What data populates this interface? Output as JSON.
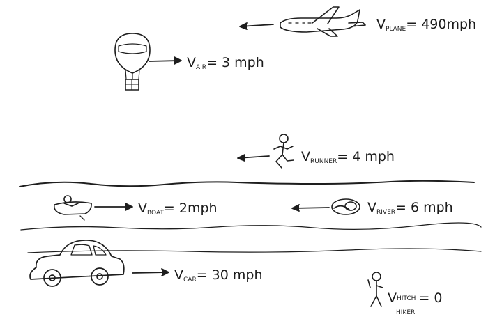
{
  "labels": {
    "plane": {
      "v": "V",
      "sub": "PLANE",
      "rest": "= 490mph"
    },
    "air": {
      "v": "V",
      "sub": "AIR",
      "rest": "= 3 mph"
    },
    "runner": {
      "v": "V",
      "sub": "RUNNER",
      "rest": "= 4 mph"
    },
    "boat": {
      "v": "V",
      "sub": "BOAT",
      "rest": "= 2mph"
    },
    "river": {
      "v": "V",
      "sub": "RIVER",
      "rest": "= 6 mph"
    },
    "car": {
      "v": "V",
      "sub": "CAR",
      "rest": "= 30 mph"
    },
    "hitchhiker": {
      "v": "V",
      "sub": "HITCH",
      "sub2": "HIKER",
      "rest": "= 0"
    }
  },
  "colors": {
    "ink": "#1e1e1e",
    "background": "#ffffff"
  }
}
